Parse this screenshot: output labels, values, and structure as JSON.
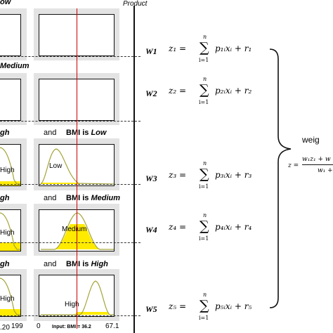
{
  "header": {
    "product": "Product"
  },
  "rules": [
    {
      "left_text": "ow",
      "right_text": ""
    },
    {
      "left_text": "Medium",
      "right_text": ""
    },
    {
      "left_text": "gh",
      "connector": "and",
      "right_prefix": "BMI is ",
      "right_term": "Low"
    },
    {
      "left_text": "gh",
      "connector": "and",
      "right_prefix": "BMI is ",
      "right_term": "Medium"
    },
    {
      "left_text": "gh",
      "connector": "and",
      "right_prefix": "BMI is ",
      "right_term": "High"
    }
  ],
  "mf_labels": {
    "left_row3": "High",
    "left_row4": "High",
    "right_row3": "Low",
    "right_row4": "Medium",
    "right_row5": "High"
  },
  "axis": {
    "left_small": ".20",
    "left_max": "199",
    "right_min": "0",
    "input_text": "Input: BMI = 36.2",
    "right_max": "67.1"
  },
  "weights": [
    "W1",
    "W2",
    "W3",
    "W4",
    "W5"
  ],
  "equations": [
    {
      "lhs": "z₁ =",
      "sup": "n",
      "sum": "∑",
      "sub": "i=1",
      "rhs": "p₁ᵢxᵢ + r₁"
    },
    {
      "lhs": "z₂ =",
      "sup": "n",
      "sum": "∑",
      "sub": "i=1",
      "rhs": "p₂ᵢxᵢ + r₂"
    },
    {
      "lhs": "z₃ =",
      "sup": "n",
      "sum": "∑",
      "sub": "i=1",
      "rhs": "p₃ᵢxᵢ + r₃"
    },
    {
      "lhs": "z₄ =",
      "sup": "n",
      "sum": "∑",
      "sub": "i=1",
      "rhs": "p₄ᵢxᵢ + r₄"
    },
    {
      "lhs": "z₅ =",
      "sup": "n",
      "sum": "∑",
      "sub": "i=1",
      "rhs": "p₅ᵢxᵢ + r₅"
    }
  ],
  "aggregate": {
    "label": "weig",
    "lhs": "z =",
    "numerator": "w₁z₁ + w",
    "denominator": "w₁ +"
  },
  "colors": {
    "fill": "#ffeb00",
    "curve": "#a5a43a",
    "marker": "#cc0000",
    "cell_bg": "#e3e3e3"
  }
}
